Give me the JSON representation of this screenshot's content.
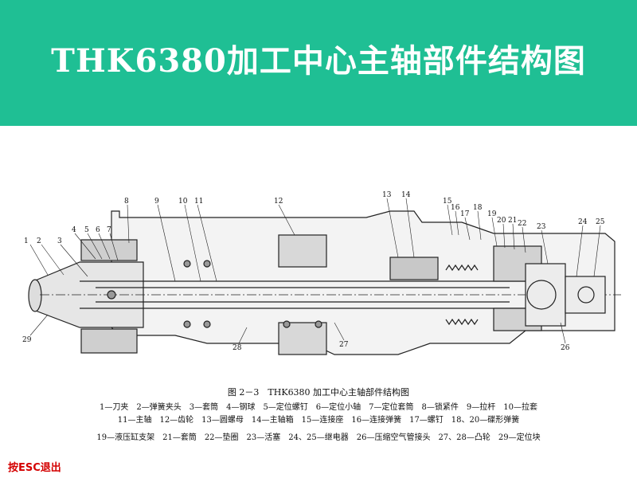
{
  "header": {
    "title": "THK6380加工中心主轴部件结构图",
    "bg_color": "#1fbf94"
  },
  "figure": {
    "callouts": [
      {
        "id": "c1",
        "label": "1"
      },
      {
        "id": "c2",
        "label": "2"
      },
      {
        "id": "c3",
        "label": "3"
      },
      {
        "id": "c4",
        "label": "4"
      },
      {
        "id": "c5",
        "label": "5"
      },
      {
        "id": "c6",
        "label": "6"
      },
      {
        "id": "c7",
        "label": "7"
      },
      {
        "id": "c8",
        "label": "8"
      },
      {
        "id": "c9",
        "label": "9"
      },
      {
        "id": "c10",
        "label": "10"
      },
      {
        "id": "c11",
        "label": "11"
      },
      {
        "id": "c12",
        "label": "12"
      },
      {
        "id": "c13",
        "label": "13"
      },
      {
        "id": "c14",
        "label": "14"
      },
      {
        "id": "c15",
        "label": "15"
      },
      {
        "id": "c16",
        "label": "16"
      },
      {
        "id": "c17",
        "label": "17"
      },
      {
        "id": "c18",
        "label": "18"
      },
      {
        "id": "c19",
        "label": "19"
      },
      {
        "id": "c20",
        "label": "20"
      },
      {
        "id": "c21",
        "label": "21"
      },
      {
        "id": "c22",
        "label": "22"
      },
      {
        "id": "c23",
        "label": "23"
      },
      {
        "id": "c24",
        "label": "24"
      },
      {
        "id": "c25",
        "label": "25"
      },
      {
        "id": "c26",
        "label": "26"
      },
      {
        "id": "c27",
        "label": "27"
      },
      {
        "id": "c28",
        "label": "28"
      },
      {
        "id": "c29",
        "label": "29"
      }
    ],
    "caption_title": "图 2－3　THK6380 加工中心主轴部件结构图",
    "legend_lines": [
      "1—刀夹　2—弹簧夹头　3—套筒　4—钢球　5—定位螺钉　6—定位小轴　7—定位套筒　8—锁紧件　9—拉杆　10—拉套",
      "11—主轴　12—齿轮　13—圆螺母　14—主轴箱　15—连接座　16—连接弹簧　17—螺钉　18、20—碟形弹簧",
      "19—液压缸支架　21—套筒　22—垫圈　23—活塞　24、25—继电器　26—压缩空气管接头　27、28—凸轮　29—定位块"
    ]
  },
  "footer": {
    "exit_label": "按ESC退出",
    "color": "#d40000"
  }
}
